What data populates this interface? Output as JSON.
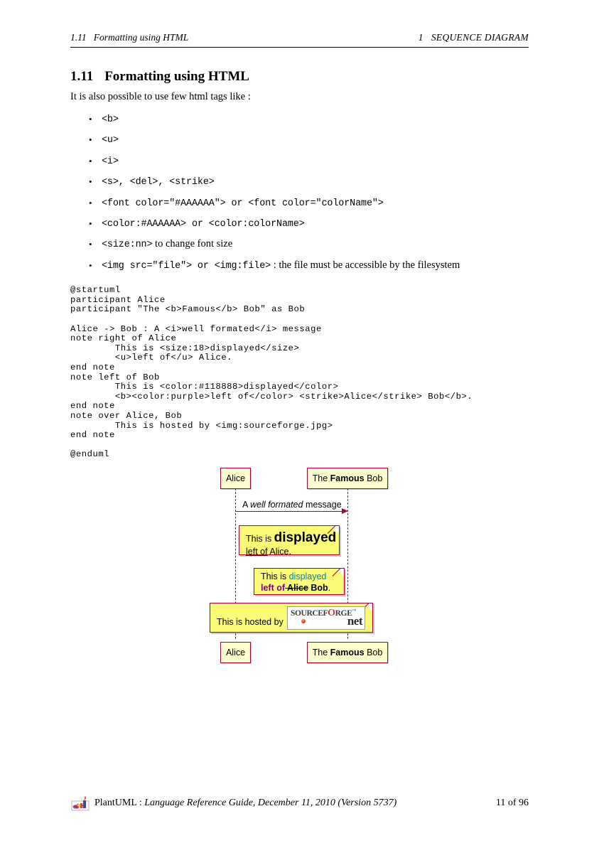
{
  "header": {
    "left_number": "1.11",
    "left_title": "Formatting using HTML",
    "right_number": "1",
    "right_title": "SEQUENCE DIAGRAM"
  },
  "section": {
    "number": "1.11",
    "title": "Formatting using HTML",
    "intro": "It is also possible to use few html tags like :"
  },
  "tags": [
    {
      "code": "<b>",
      "suffix": ""
    },
    {
      "code": "<u>",
      "suffix": ""
    },
    {
      "code": "<i>",
      "suffix": ""
    },
    {
      "code": "<s>, <del>, <strike>",
      "suffix": ""
    },
    {
      "code": "<font color=\"#AAAAAA\"> or <font color=\"colorName\">",
      "suffix": ""
    },
    {
      "code": "<color:#AAAAAA> or <color:colorName>",
      "suffix": ""
    },
    {
      "code": "<size:nn>",
      "suffix": " to change font size"
    },
    {
      "code": "<img src=\"file\"> or <img:file>",
      "suffix": " : the file must be accessible by the filesystem"
    }
  ],
  "code": "@startuml\nparticipant Alice\nparticipant \"The <b>Famous</b> Bob\" as Bob\n\nAlice -> Bob : A <i>well formated</i> message\nnote right of Alice\n        This is <size:18>displayed</size>\n        <u>left of</u> Alice.\nend note\nnote left of Bob\n        This is <color:#118888>displayed</color>\n        <b><color:purple>left of</color> <strike>Alice</strike> Bob</b>.\nend note\nnote over Alice, Bob\n        This is hosted by <img:sourceforge.jpg>\nend note\n\n@enduml",
  "diagram": {
    "colors": {
      "participant_fill": "#FEFECE",
      "border": "#A80036",
      "note_fill": "#FBFB77",
      "teal": "#118888",
      "purple": "#800080"
    },
    "participants": [
      {
        "name": "Alice",
        "prefix": "",
        "bold": "",
        "suffix": "Alice"
      },
      {
        "name": "Bob",
        "prefix": "The ",
        "bold": "Famous",
        "suffix": " Bob"
      }
    ],
    "message": {
      "plain_start": "A ",
      "italic": "well formated",
      "plain_end": " message"
    },
    "note_alice": {
      "line1_plain": "This is ",
      "line1_big": "displayed",
      "line2_underline": "left of",
      "line2_plain": " Alice."
    },
    "note_bob": {
      "line1_plain": "This is ",
      "line1_colored": "displayed",
      "line2_purple": "left of",
      "line2_strike": " Alice",
      "line2_bold": " Bob",
      "line2_end": "."
    },
    "note_over": {
      "text": "This is hosted by",
      "image_top": "SOURCEF",
      "image_top_o": "O",
      "image_top_rest": "RGE",
      "image_tm": "™",
      "image_bottom": "net"
    }
  },
  "footer": {
    "product": "PlantUML : ",
    "subtitle": "Language Reference Guide, December 11, 2010 (Version 5737)",
    "page": "11 of 96"
  }
}
